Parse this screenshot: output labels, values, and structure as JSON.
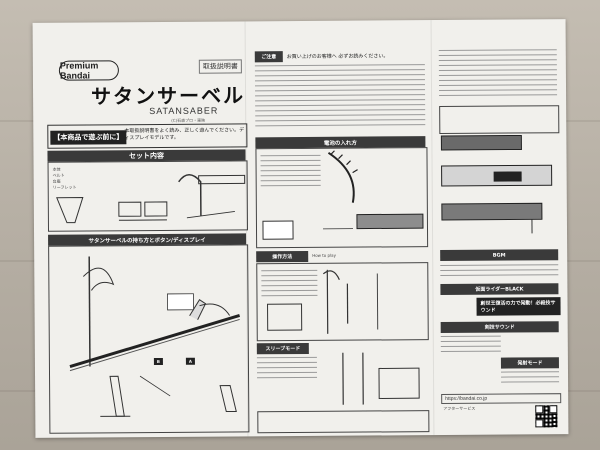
{
  "brand": {
    "logo_text": "Premium Bandai"
  },
  "panel1": {
    "manual_tag": "取扱説明書",
    "title": "サタンサーベル",
    "subtitle": "SATANSABER",
    "code": "(C)石森プロ・東映",
    "warning_label": "【本商品で遊ぶ前に】",
    "warning_text": "本取扱説明書をよく読み、正しく遊んでください。ディスプレイモデルです。",
    "set_header": "セット内容",
    "set_items": [
      "本体",
      "ベルト",
      "台座",
      "リーフレット"
    ],
    "holding_header": "サタンサーベルの持ち方とボタン/ディスプレイ"
  },
  "panel2": {
    "caution_header": "ご注意",
    "caution_lead": "お買い上げのお客様へ 必ずお読みください。",
    "battery_header": "電池の入れ方",
    "operation_header": "操作方法",
    "operation_sub": "How to play",
    "slide_header": "スリーブモード"
  },
  "panel3": {
    "bgm_header": "BGM",
    "black_header": "仮面ライダーBLACK",
    "sword_header": "剣技サウンド",
    "mode_header": "発射モード",
    "banner_text": "創世王復活の力で発動！必殺技サウンド",
    "url": "https://bandai.co.jp",
    "support_header": "アフターサービス"
  },
  "colors": {
    "ink": "#222222",
    "paper": "#f1f0ec",
    "table": "#b9b2a7"
  }
}
